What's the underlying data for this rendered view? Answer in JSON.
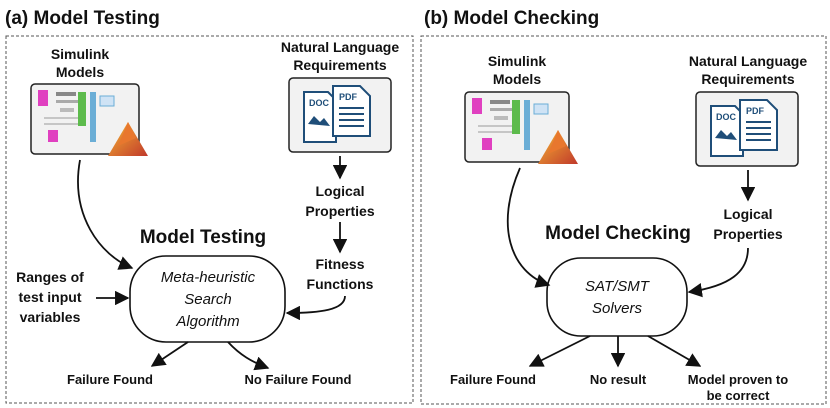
{
  "panel_a": {
    "heading": "(a) Model Testing",
    "simulink_line1": "Simulink",
    "simulink_line2": "Models",
    "nl_line1": "Natural Language",
    "nl_line2": "Requirements",
    "doc_label": "DOC",
    "pdf_label": "PDF",
    "logical_line1": "Logical",
    "logical_line2": "Properties",
    "fitness_line1": "Fitness",
    "fitness_line2": "Functions",
    "process_title": "Model Testing",
    "ranges_line1": "Ranges of",
    "ranges_line2": "test input",
    "ranges_line3": "variables",
    "engine_line1": "Meta-heuristic",
    "engine_line2": "Search",
    "engine_line3": "Algorithm",
    "outcome_1": "Failure Found",
    "outcome_2": "No Failure Found"
  },
  "panel_b": {
    "heading": "(b) Model Checking",
    "simulink_line1": "Simulink",
    "simulink_line2": "Models",
    "nl_line1": "Natural Language",
    "nl_line2": "Requirements",
    "doc_label": "DOC",
    "pdf_label": "PDF",
    "logical_line1": "Logical",
    "logical_line2": "Properties",
    "process_title": "Model Checking",
    "engine_line1": "SAT/SMT",
    "engine_line2": "Solvers",
    "outcome_1": "Failure Found",
    "outcome_2": "No result",
    "outcome_3_line1": "Model proven to",
    "outcome_3_line2": "be correct"
  },
  "colors": {
    "frame_dash": "#555555",
    "doc_blue": "#1f4e79",
    "icon_bg": "#f2f2f2"
  }
}
